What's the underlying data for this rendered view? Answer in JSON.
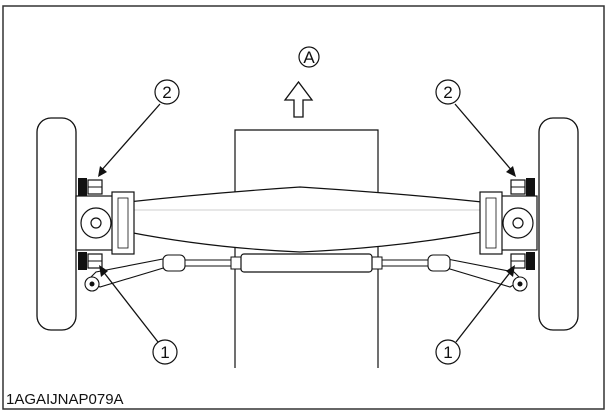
{
  "figure": {
    "code": "1AGAIJNAP079A",
    "direction_label": "A",
    "callouts": {
      "top_left": "2",
      "top_right": "2",
      "bottom_left": "1",
      "bottom_right": "1"
    },
    "colors": {
      "line": "#111111",
      "frame": "#333333",
      "background": "#ffffff"
    }
  }
}
